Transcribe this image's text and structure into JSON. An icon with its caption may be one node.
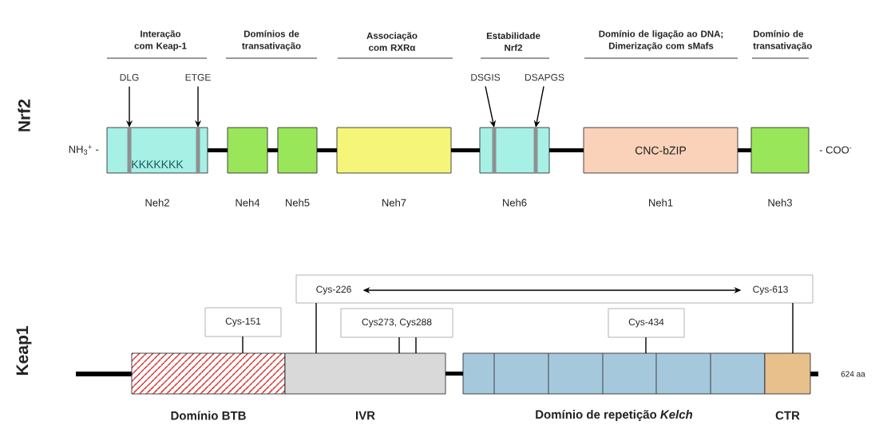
{
  "diagram": {
    "nodes": [
      {
        "text": [
          "KKKKKKK"
        ],
        "beside": [
          "Neh2"
        ]
      },
      {
        "text": [],
        "shape": "box",
        "beside": [
          "Neh4"
        ]
      },
      {
        "text": [],
        "shape": "box",
        "beside": [
          "Neh5"
        ]
      },
      {
        "text": [],
        "shape": "box",
        "beside": [
          "Neh7"
        ]
      },
      {
        "text": [],
        "shape": "box",
        "beside": [
          "Neh6"
        ]
      },
      {
        "text": [
          "CNC-bZIP"
        ],
        "beside": [
          "Neh1"
        ]
      },
      {
        "text": [],
        "shape": "box",
        "beside": [
          "Neh3"
        ]
      },
      {
        "text": [
          "DLG"
        ]
      },
      {
        "text": [
          "ETGE"
        ]
      },
      {
        "text": [
          "DSGIS"
        ]
      },
      {
        "text": [
          "DSAPGS"
        ]
      },
      {
        "text": [],
        "shape": "box"
      },
      {
        "text": [
          "Cys-226"
        ],
        "in": 11
      },
      {
        "text": [
          "Cys-613"
        ],
        "in": 11
      },
      {
        "text": [
          "Cys-151"
        ]
      },
      {
        "text": [
          "Cys273, Cys288"
        ]
      },
      {
        "text": [
          "Cys-434"
        ]
      },
      {
        "text": [],
        "shape": "box",
        "beside": [
          "Domínio BTB"
        ]
      },
      {
        "text": [],
        "shape": "box",
        "beside": [
          "IVR"
        ]
      },
      {
        "text": [],
        "shape": "box",
        "beside": [
          "Domínio de repetição *Kelch*"
        ]
      },
      {
        "text": [],
        "shape": "box",
        "beside": [
          "CTR"
        ]
      }
    ],
    "edges": [
      {
        "from": 7,
        "to": 0,
        "arrow": "to"
      },
      {
        "from": 8,
        "to": 0,
        "arrow": "to"
      },
      {
        "from": 9,
        "to": 4,
        "arrow": "to"
      },
      {
        "from": 10,
        "to": 4,
        "arrow": "to"
      },
      {
        "from": 0,
        "to": 1,
        "arrow": "none",
        "style": "thick"
      },
      {
        "from": 1,
        "to": 2,
        "arrow": "none",
        "style": "thick"
      },
      {
        "from": 2,
        "to": 3,
        "arrow": "none",
        "style": "thick"
      },
      {
        "from": 3,
        "to": 4,
        "arrow": "none",
        "style": "thick"
      },
      {
        "from": 4,
        "to": 5,
        "arrow": "none",
        "style": "thick"
      },
      {
        "from": 5,
        "to": 6,
        "arrow": "none",
        "style": "thick"
      },
      {
        "from": 12,
        "to": 13,
        "arrow": "both"
      },
      {
        "from": 11,
        "to": 18,
        "arrow": "none"
      },
      {
        "from": 11,
        "to": 20,
        "arrow": "none"
      },
      {
        "from": 14,
        "to": 17,
        "arrow": "none"
      },
      {
        "from": 15,
        "to": 18,
        "arrow": "none"
      },
      {
        "from": 15,
        "to": 18,
        "arrow": "none"
      },
      {
        "from": 16,
        "to": 19,
        "arrow": "none"
      },
      {
        "from": 18,
        "to": 19,
        "arrow": "none",
        "style": "thick"
      }
    ],
    "labels": [
      "Interação com Keap-1",
      "Domínios de transativação",
      "Associação com RXRα",
      "Estabilidade Nrf2",
      "Domínio de ligação ao DNA; Dimerização com sMafs",
      "Domínio de transativação",
      "Nrf2",
      "NH$_{3}$$^{+}$ -",
      "- COO$^{-}$",
      "Keap1",
      "624 aa"
    ]
  }
}
